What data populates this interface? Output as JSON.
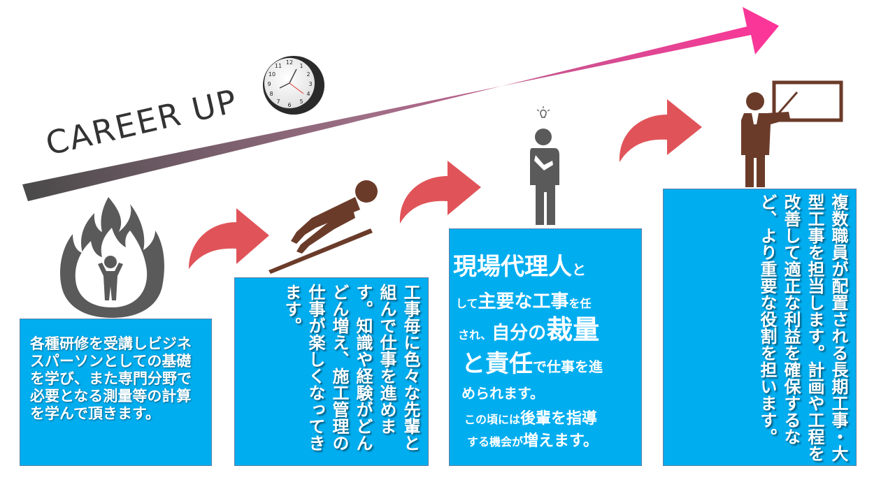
{
  "title": "CAREER UP",
  "colors": {
    "box": "#00adef",
    "arrow_step": "#e05459",
    "figure": "#5a5a5a",
    "figure_brown": "#6b3b2a",
    "arrow_start": "#4a4a4a",
    "arrow_end": "#ff3399"
  },
  "icons": [
    "fire-person-icon",
    "ski-jumper-icon",
    "clock-icon",
    "thinking-person-icon",
    "lightbulb-icon",
    "teacher-icon"
  ],
  "steps": [
    {
      "text": "各種研修を受講しビジネスパーソンとしての基礎を学び、また専門分野で必要となる測量等の計算を学んで頂きます。"
    },
    {
      "text": "工事毎に色々な先輩と組んで仕事を進めます。知識や経験がどんどん増え、施工管理の仕事が楽しくなってきます。"
    },
    {
      "line1_big": "現場代理人",
      "line1_small": "と",
      "line2_small": "して",
      "line2_mid": "主要な工事",
      "line2_small2": "を任",
      "line3_small": "され、",
      "line3_mid": "自分の",
      "line3_big": "裁量",
      "line4_big": "と責任",
      "line4_mid": "で仕事を進",
      "line5": "められます。",
      "line6_small": "この頃には",
      "line6_mid": "後輩を指導",
      "line7_small": "する機会が",
      "line7_mid": "増えます。"
    },
    {
      "text": "複数職員が配置される長期工事・大型工事を担当します。計画や工程を改善して適正な利益を確保するなど、より重要な役割を担います。"
    }
  ]
}
